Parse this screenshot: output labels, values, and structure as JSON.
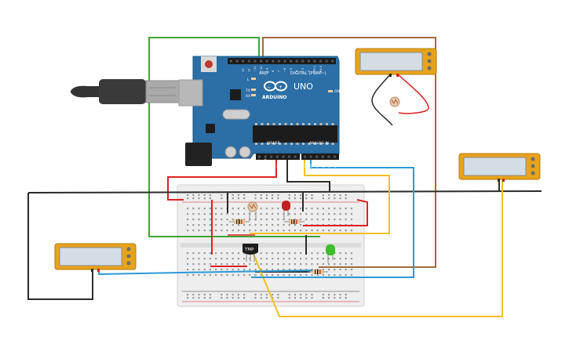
{
  "arduino": {
    "logo": "ARDUINO",
    "model": "UNO",
    "digital_label": "DIGITAL (PWM~)",
    "analog_label": "ANALOG IN",
    "power_label": "POWER",
    "on_label": "ON",
    "aref": "AREF",
    "l_label": "L",
    "tx_label": "TX",
    "rx_label": "RX",
    "digital_pins": [
      "13",
      "12",
      "~11",
      "~10",
      "~9",
      "8",
      "7",
      "~6",
      "~5",
      "4",
      "~3",
      "2",
      "TX 1",
      "RX 0"
    ],
    "analog_pins": [
      "A0",
      "A1",
      "A2",
      "A3",
      "A4",
      "A5"
    ],
    "power_pins": [
      "IOREF",
      "RESET",
      "3V3",
      "5V",
      "GND",
      "GND",
      "Vin"
    ],
    "board_color": "#2b6fa6"
  },
  "sensor_label": "TMP",
  "colors": {
    "wire_green": "#3fa535",
    "wire_brown": "#a06c3a",
    "wire_red": "#e02020",
    "wire_yellow": "#f0c020",
    "wire_blue": "#2a9ad8",
    "wire_black": "#2b2b2b",
    "display_frame": "#e8a31c",
    "display_screen": "#d3dde4",
    "led_red": "#c21f1f",
    "led_green": "#3bbf2a"
  }
}
